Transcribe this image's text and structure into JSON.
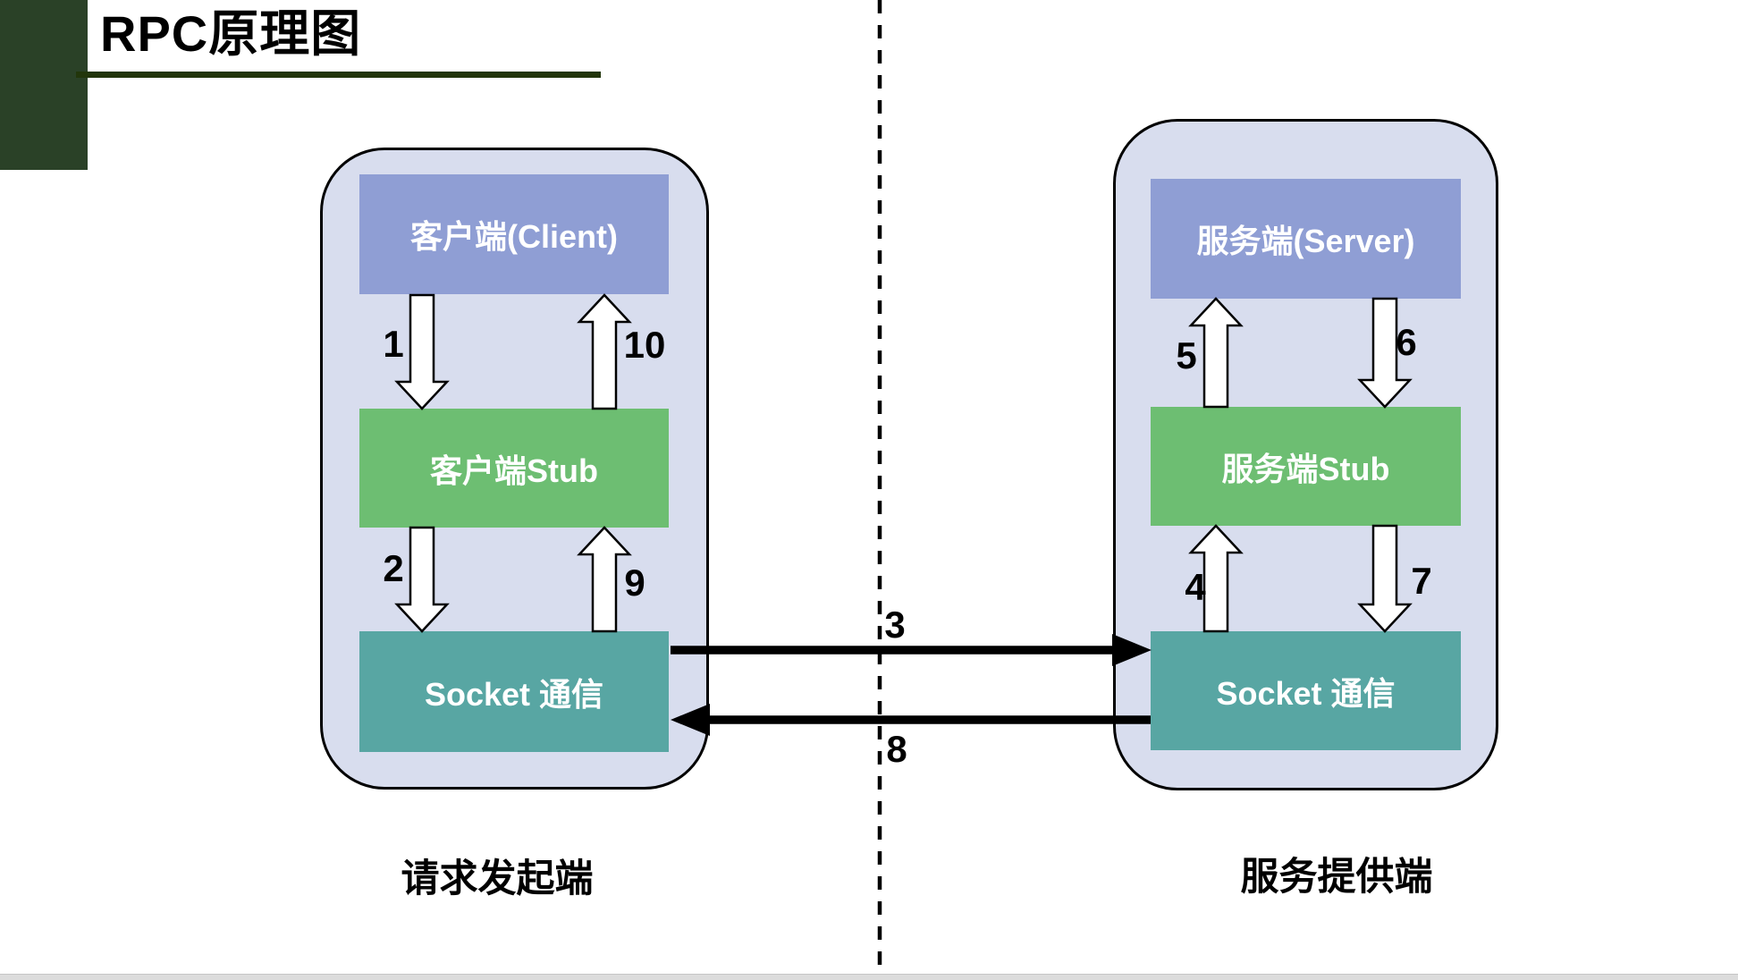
{
  "title": "RPC原理图",
  "left_panel": {
    "client": "客户端(Client)",
    "stub": "客户端Stub",
    "socket": "Socket 通信",
    "caption": "请求发起端"
  },
  "right_panel": {
    "server": "服务端(Server)",
    "stub": "服务端Stub",
    "socket": "Socket 通信",
    "caption": "服务提供端"
  },
  "steps": {
    "s1": "1",
    "s2": "2",
    "s3": "3",
    "s4": "4",
    "s5": "5",
    "s6": "6",
    "s7": "7",
    "s8": "8",
    "s9": "9",
    "s10": "10"
  },
  "colors": {
    "corner_block": "#2a4127",
    "underline": "#22360b",
    "panel_fill": "#d8ddee",
    "endpoint_fill": "#8f9ed4",
    "stub_fill": "#6dbe72",
    "socket_fill": "#58a6a3",
    "arrow_fill": "#ffffff",
    "arrow_outline": "#000000",
    "bottom_strip": "#dcdcdc"
  }
}
